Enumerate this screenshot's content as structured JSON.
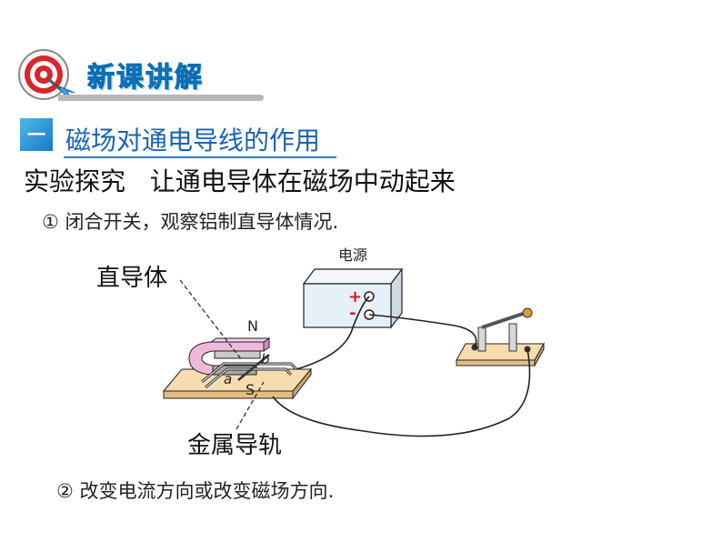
{
  "header": {
    "title": "新课讲解"
  },
  "section": {
    "number": "一",
    "title": "磁场对通电导线的作用"
  },
  "experiment": {
    "title": "实验探究   让通电导体在磁场中动起来",
    "step1": "① 闭合开关，观察铝制直导体情况.",
    "step2": "② 改变电流方向或改变磁场方向."
  },
  "diagram": {
    "power_label": "电源",
    "plus": "+",
    "minus": "-",
    "conductor_label": "直导体",
    "rail_label": "金属导轨",
    "pole_n": "N",
    "pole_s": "S",
    "point_a": "a",
    "point_b": "b"
  },
  "colors": {
    "accent_blue": "#1f8fd8",
    "board": "#f3d9ad",
    "magnet_pink": "#f0b8d8",
    "power_box": "#e8f1f8"
  }
}
